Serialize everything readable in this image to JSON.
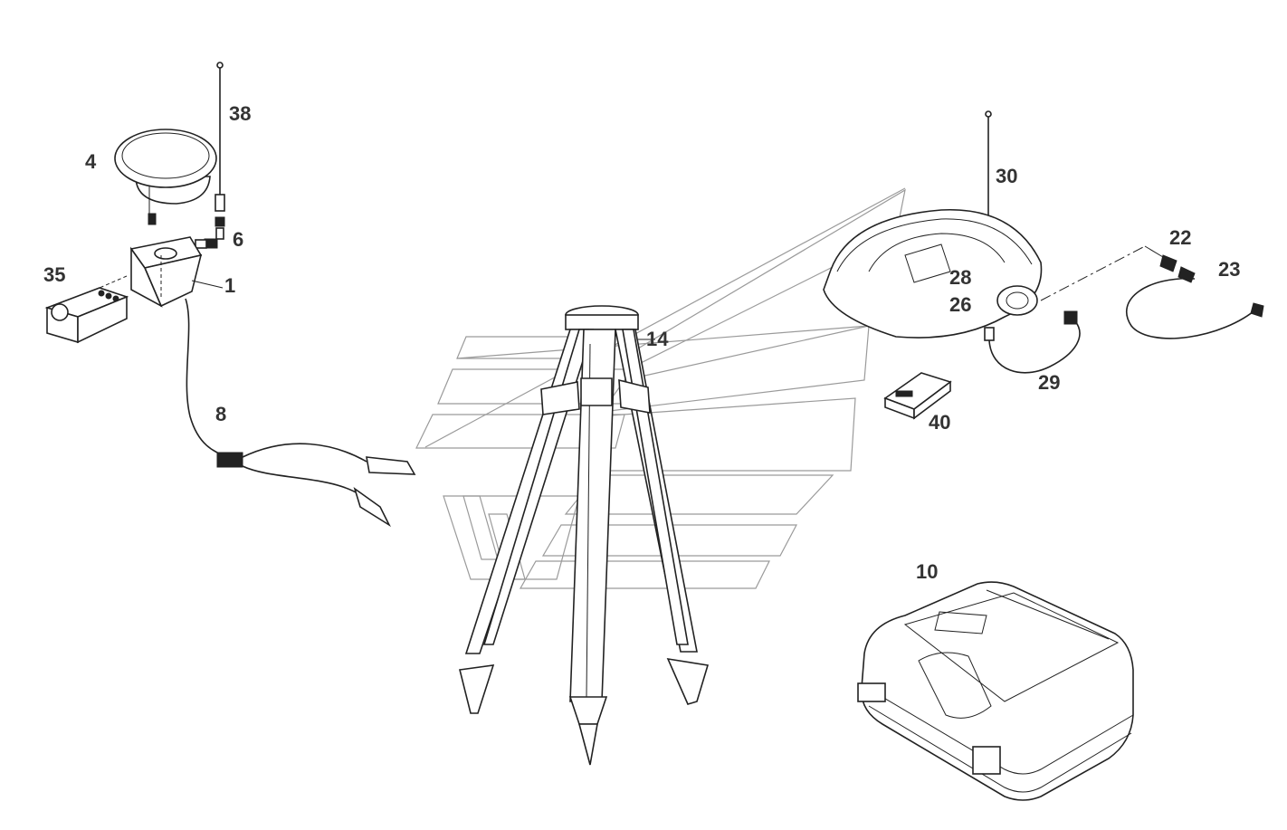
{
  "figure": {
    "background": "#ffffff",
    "line_color": "#222222",
    "label_color": "#333333",
    "watermark_color": "#9a9a9a"
  },
  "callouts": [
    {
      "id": "c38",
      "text": "38"
    },
    {
      "id": "c4",
      "text": "4"
    },
    {
      "id": "c6",
      "text": "6"
    },
    {
      "id": "c35",
      "text": "35"
    },
    {
      "id": "c1",
      "text": "1"
    },
    {
      "id": "c8",
      "text": "8"
    },
    {
      "id": "c14",
      "text": "14"
    },
    {
      "id": "c30",
      "text": "30"
    },
    {
      "id": "c22",
      "text": "22"
    },
    {
      "id": "c23",
      "text": "23"
    },
    {
      "id": "c28",
      "text": "28"
    },
    {
      "id": "c26",
      "text": "26"
    },
    {
      "id": "c29",
      "text": "29"
    },
    {
      "id": "c40",
      "text": "40"
    },
    {
      "id": "c10",
      "text": "10"
    }
  ]
}
